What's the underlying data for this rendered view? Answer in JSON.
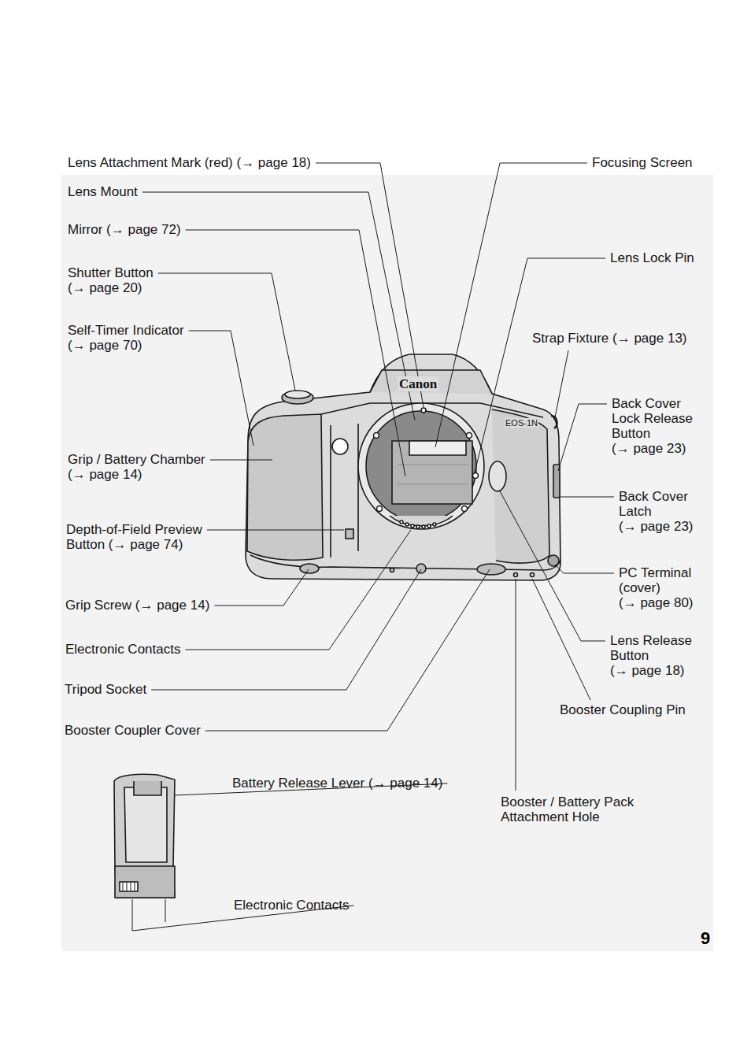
{
  "diagram": {
    "labels": [
      "Lens Attachment Mark (red) (→ page 18)",
      "Lens Mount",
      "Mirror (→ page 72)",
      "Shutter Button (→ page 20)",
      "Self-Timer Indicator (→ page 70)",
      "Grip / Battery Chamber (→ page 14)",
      "Depth-of-Field Preview Button (→ page 74)",
      "Grip Screw (→ page 14)",
      "Electronic Contacts",
      "Tripod Socket",
      "Booster Coupler Cover",
      "Focusing Screen",
      "Lens Lock Pin",
      "Strap Fixture (→ page 13)",
      "Back Cover Lock Release Button (→ page 23)",
      "Back Cover Latch (→ page 23)",
      "PC Terminal (cover) (→ page 80)",
      "Lens Release Button (→ page 18)",
      "Booster Coupling Pin",
      "Battery Release Lever (→ page 14)",
      "Booster / Battery Pack Attachment Hole",
      "Electronic Contacts",
      "Canon",
      "EOS-1N",
      "9"
    ]
  }
}
